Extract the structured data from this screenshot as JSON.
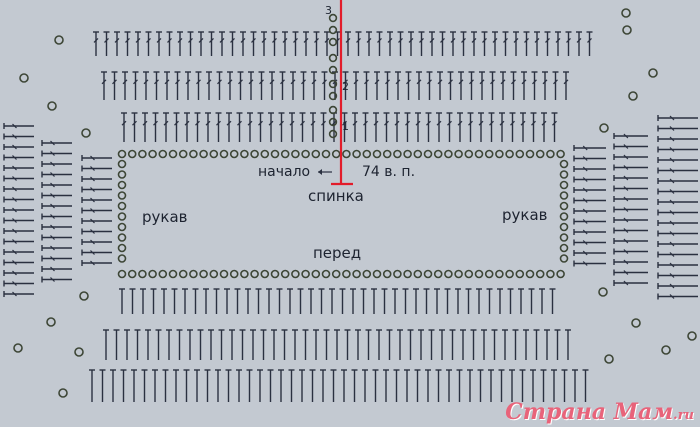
{
  "labels": {
    "start": "начало",
    "chain": "74 в. п.",
    "back": "спинка",
    "front": "перед",
    "sleeve_left": "рукав",
    "sleeve_right": "рукав"
  },
  "row_numbers": [
    "3",
    "2",
    "1"
  ],
  "watermark": {
    "text": "Страна Мам",
    "suffix": ".ru"
  },
  "legend_colors": {
    "stitch": "#2a3040",
    "ring": "#3d4636",
    "center_line": "#e21c2a",
    "background": "#c3c9d1"
  }
}
